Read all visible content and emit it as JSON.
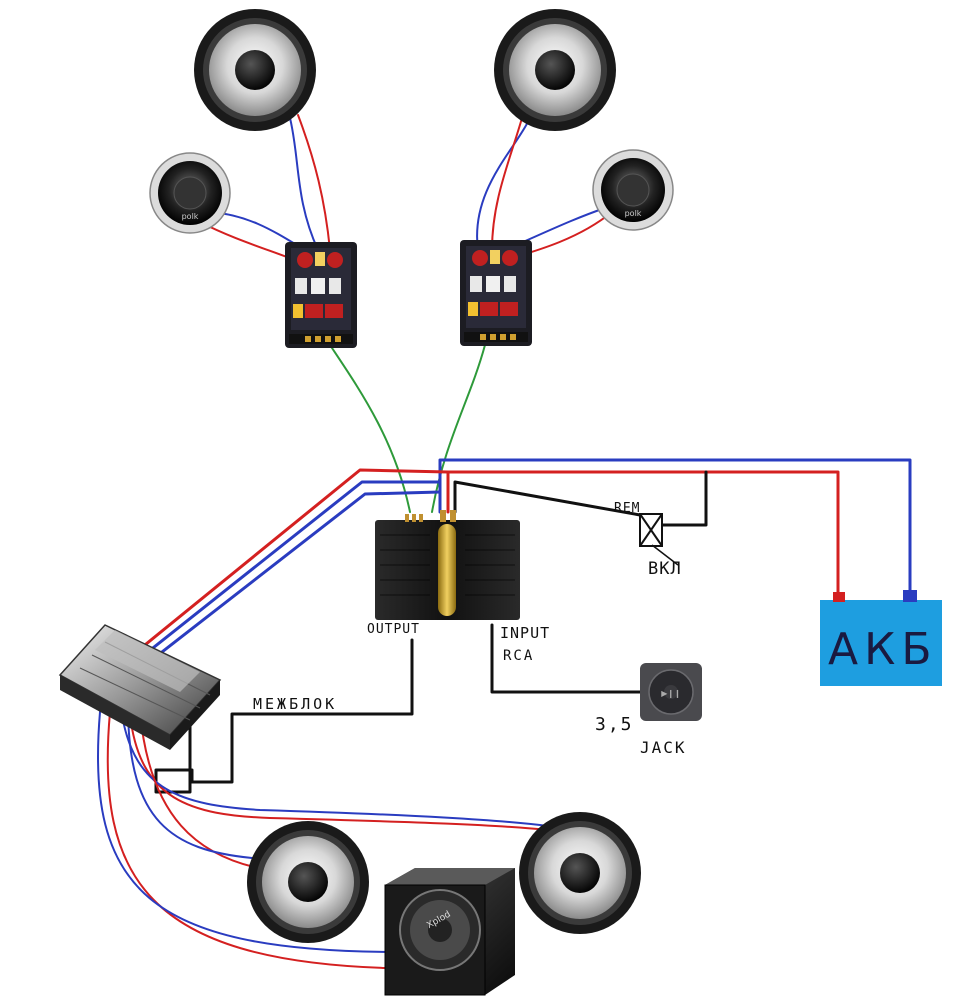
{
  "labels": {
    "rem": "REM",
    "switch": "ВКЛ",
    "output": "OUTPUT",
    "input": "INPUT",
    "rca": "RCA",
    "interconnect": "МЕЖБЛОК",
    "jack_size": "3,5",
    "jack": "JACK",
    "battery": "АКБ",
    "tweeter_brand": "polk",
    "sub_brand": "Xplod"
  },
  "colors": {
    "positive_wire": "#d42020",
    "negative_wire": "#2a3cc0",
    "signal_wire": "#2e9a3a",
    "control_wire": "#111111",
    "battery_fill": "#1e9ee0",
    "battery_text": "#14224a"
  },
  "components": [
    {
      "id": "midbass-front-left",
      "icon": "speaker-icon"
    },
    {
      "id": "midbass-front-right",
      "icon": "speaker-icon"
    },
    {
      "id": "tweeter-left",
      "icon": "tweeter-icon"
    },
    {
      "id": "tweeter-right",
      "icon": "tweeter-icon"
    },
    {
      "id": "crossover-left",
      "icon": "crossover-icon"
    },
    {
      "id": "crossover-right",
      "icon": "crossover-icon"
    },
    {
      "id": "processor",
      "icon": "processor-icon"
    },
    {
      "id": "amplifier",
      "icon": "amplifier-icon"
    },
    {
      "id": "remote-switch",
      "icon": "switch-icon"
    },
    {
      "id": "battery",
      "icon": "battery-icon"
    },
    {
      "id": "audio-player",
      "icon": "player-icon"
    },
    {
      "id": "rear-speaker-left",
      "icon": "speaker-icon"
    },
    {
      "id": "rear-speaker-right",
      "icon": "speaker-icon"
    },
    {
      "id": "subwoofer",
      "icon": "subwoofer-icon"
    }
  ]
}
